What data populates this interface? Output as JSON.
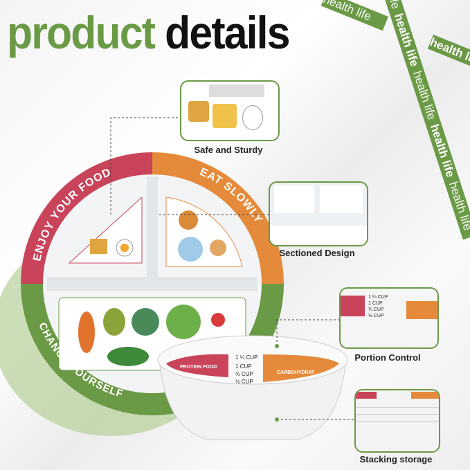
{
  "title": {
    "green": "product",
    "black": "details"
  },
  "ribbon": {
    "text_bold": "health life",
    "text_light": "health life"
  },
  "plate": {
    "top_left_band": "ENJOY YOUR FOOD",
    "top_right_band": "EAT SLOWLY",
    "bottom_band": "CHANGE YOURSELF"
  },
  "bowl": {
    "left_label": "PROTEIN FOOD",
    "right_label": "CARBOHYDRAT",
    "marks": [
      "1 ¼ CUP",
      "1 CUP",
      "¾ CUP",
      "½ CUP"
    ]
  },
  "callouts": [
    {
      "label": "Safe and Sturdy"
    },
    {
      "label": "Sectioned Design"
    },
    {
      "label": "Portion Control"
    },
    {
      "label": "Stacking storage"
    }
  ],
  "colors": {
    "green": "#6b9a46",
    "red": "#c9445a",
    "orange": "#e58a3a"
  }
}
